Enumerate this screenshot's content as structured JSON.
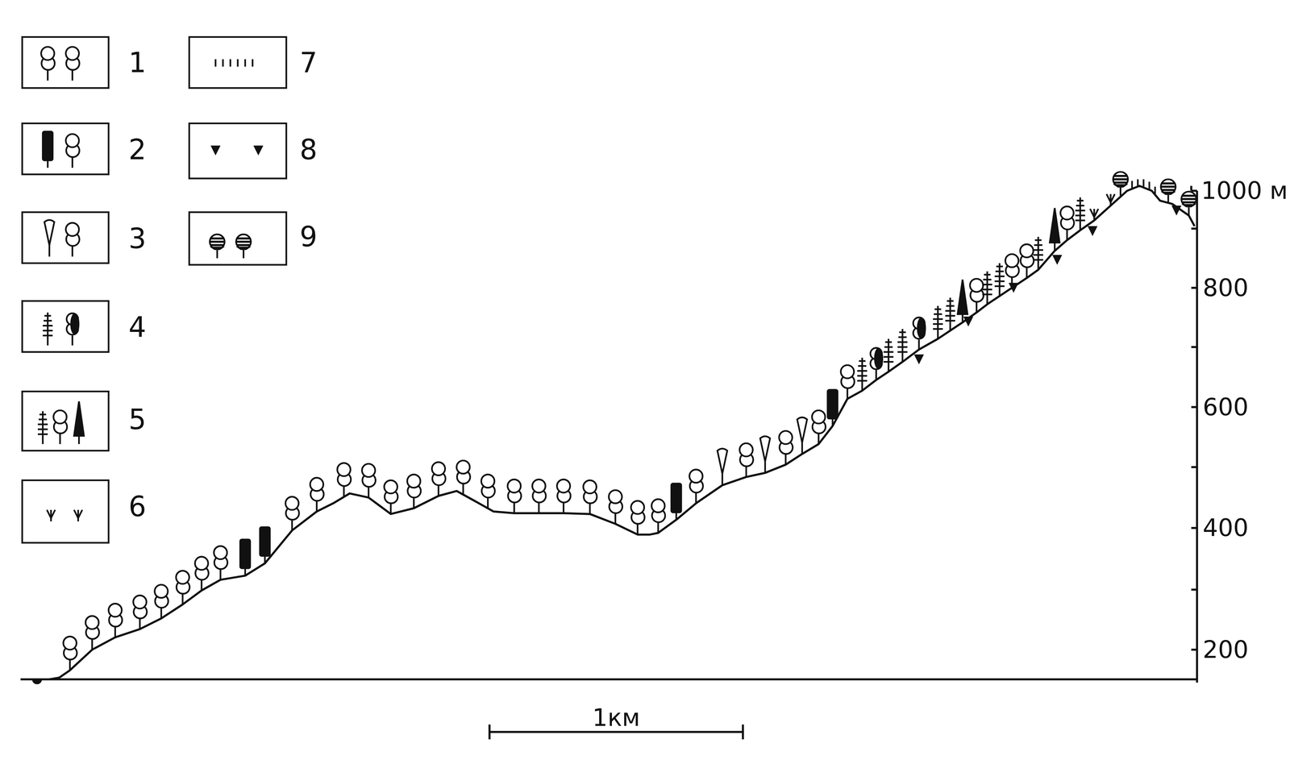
{
  "diagram": {
    "labels": [
      "1000 м",
      "800",
      "600",
      "400",
      "200",
      "1км"
    ],
    "legend": [
      {
        "text": "1"
      },
      {
        "text": "2"
      },
      {
        "text": "3"
      },
      {
        "text": "4"
      },
      {
        "text": "5"
      },
      {
        "text": "6"
      },
      {
        "text": "7"
      },
      {
        "text": "8"
      },
      {
        "text": "9"
      }
    ]
  }
}
